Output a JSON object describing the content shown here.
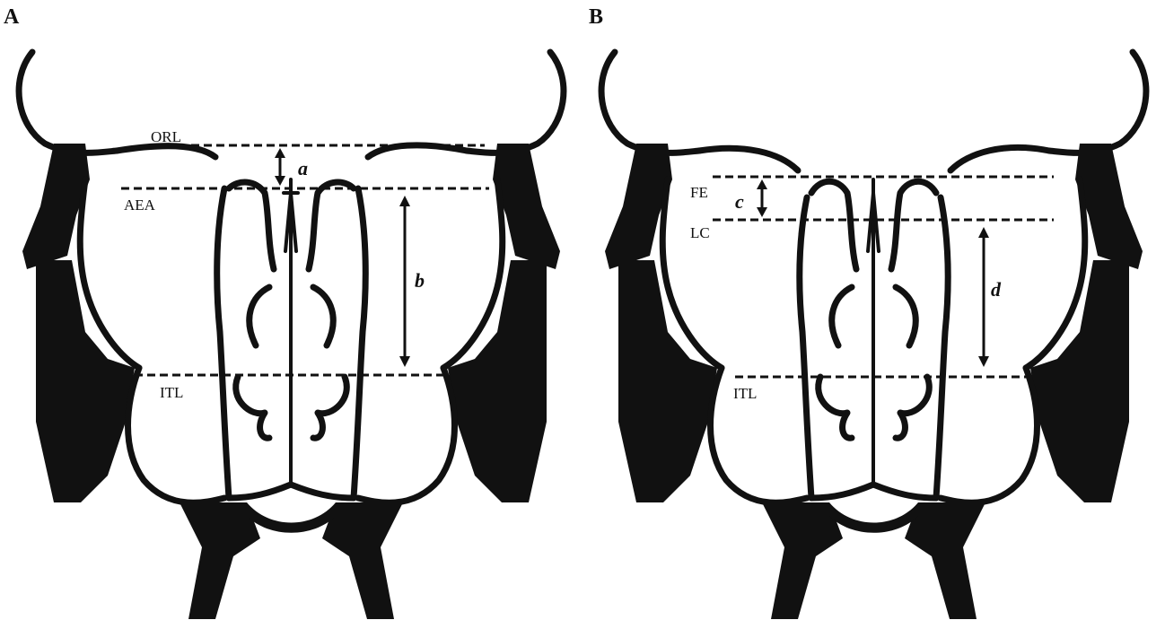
{
  "panels": [
    {
      "letter": "A",
      "reference_lines": [
        "ORL",
        "AEA",
        "ITL"
      ],
      "measurements": [
        "a",
        "b"
      ]
    },
    {
      "letter": "B",
      "reference_lines": [
        "FE",
        "LC",
        "ITL"
      ],
      "measurements": [
        "c",
        "d"
      ]
    }
  ]
}
